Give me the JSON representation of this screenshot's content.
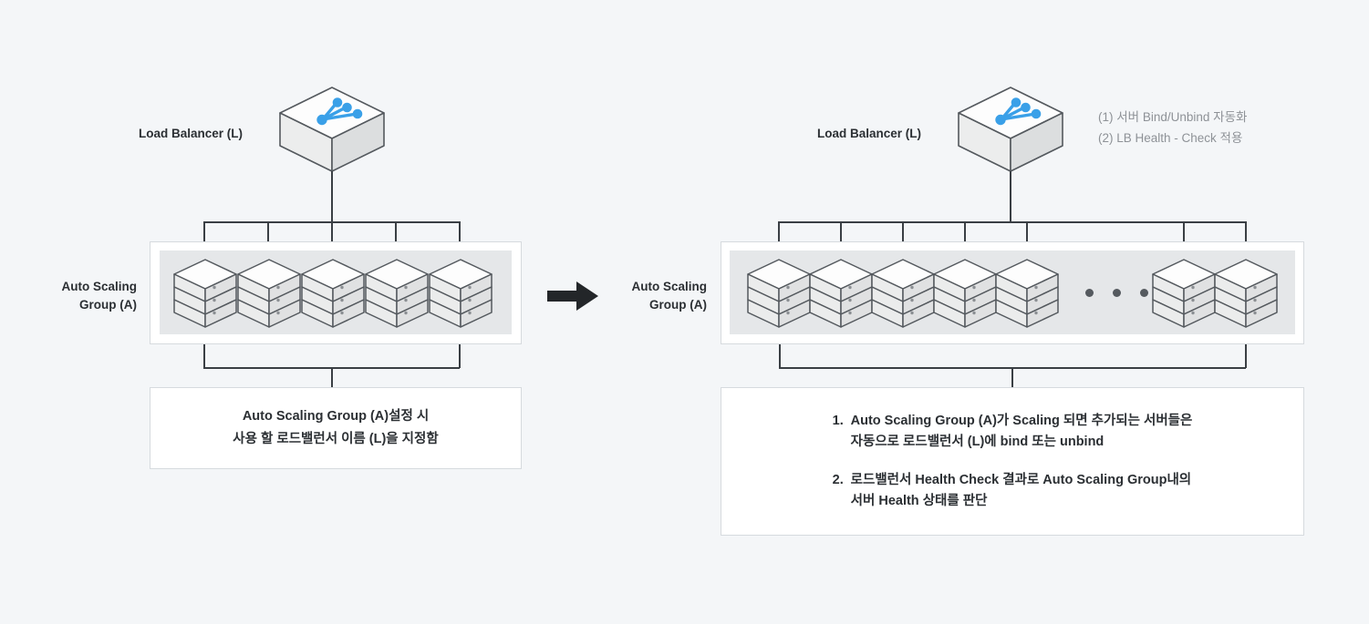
{
  "background_color": "#f4f6f8",
  "accent_color": "#3aa0e8",
  "text_color": "#2b2f33",
  "note_color": "#8e9297",
  "left_diagram": {
    "load_balancer_label": "Load Balancer (L)",
    "group_label": "Auto Scaling\nGroup (A)",
    "server_count": 5,
    "caption": "Auto Scaling Group (A)설정 시\n사용 할 로드밸런서 이름 (L)을 지정함"
  },
  "transition_arrow": "arrow-right-icon",
  "right_diagram": {
    "load_balancer_label": "Load Balancer (L)",
    "group_label": "Auto Scaling\nGroup (A)",
    "server_count_left": 5,
    "server_count_right": 2,
    "ellipsis_dots": 3,
    "annotations": [
      "(1) 서버 Bind/Unbind 자동화",
      "(2) LB Health - Check 적용"
    ],
    "caption_items": [
      {
        "number": "1.",
        "text": "Auto Scaling Group (A)가 Scaling 되면 추가되는 서버들은\n자동으로 로드밸런서 (L)에 bind 또는 unbind"
      },
      {
        "number": "2.",
        "text": "로드밸런서 Health Check 결과로 Auto Scaling Group내의\n서버 Health 상태를 판단"
      }
    ]
  },
  "icons": {
    "load_balancer": "load-balancer-icon",
    "server": "server-stack-icon"
  }
}
